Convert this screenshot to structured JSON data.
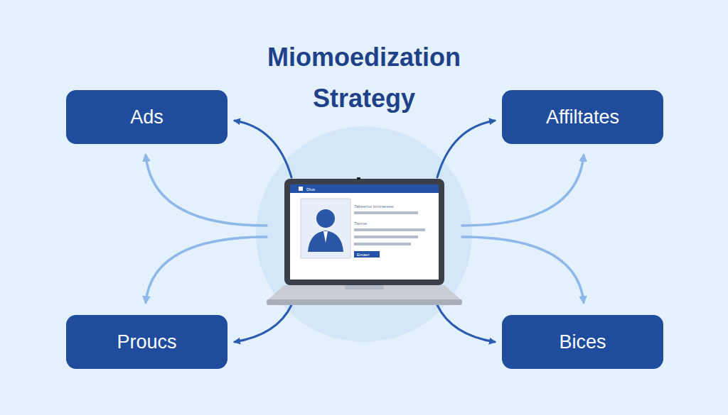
{
  "diagram": {
    "title": "Miomoedization Strategy",
    "nodes": [
      {
        "text": [
          "Ads"
        ]
      },
      {
        "text": [
          "Affiltates"
        ]
      },
      {
        "text": [
          "Dlus",
          "Tabeertor bnnraeeee",
          "Twrme",
          "Emaer"
        ]
      },
      {
        "text": [
          "Proucs"
        ]
      },
      {
        "text": [
          "Bices"
        ]
      }
    ],
    "edges": [
      {
        "from": 2,
        "to": 0,
        "arrow": "to"
      },
      {
        "from": 2,
        "to": 0,
        "arrow": "to"
      },
      {
        "from": 2,
        "to": 1,
        "arrow": "to"
      },
      {
        "from": 2,
        "to": 1,
        "arrow": "to"
      },
      {
        "from": 2,
        "to": 3,
        "arrow": "to"
      },
      {
        "from": 2,
        "to": 3,
        "arrow": "to"
      },
      {
        "from": 2,
        "to": 4,
        "arrow": "to"
      },
      {
        "from": 2,
        "to": 4,
        "arrow": "to"
      }
    ]
  }
}
